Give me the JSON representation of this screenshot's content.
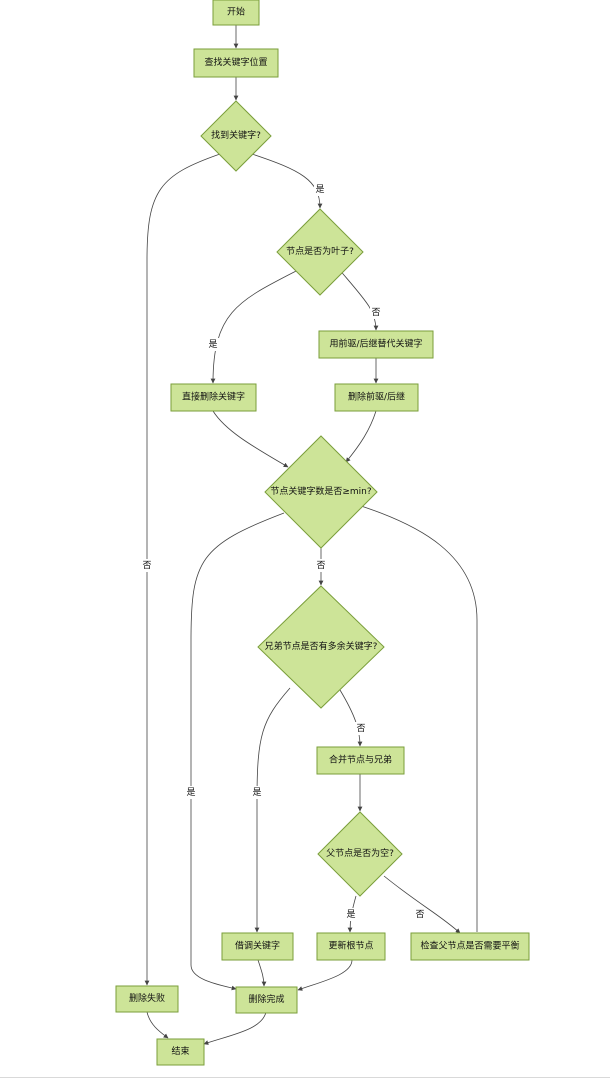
{
  "colors": {
    "node_fill": "#cde498",
    "node_stroke": "#7a9e3a",
    "edge": "#444444"
  },
  "nodes": {
    "start": "开始",
    "find_key": "查找关键字位置",
    "found": "找到关键字?",
    "is_leaf": "节点是否为叶子?",
    "replace": "用前驱/后继替代关键字",
    "delete_direct": "直接删除关键字",
    "delete_pred": "删除前驱/后继",
    "key_count": "节点关键字数是否≥min?",
    "sibling_extra": "兄弟节点是否有多余关键字?",
    "merge": "合并节点与兄弟",
    "parent_empty": "父节点是否为空?",
    "borrow": "借调关键字",
    "new_root": "更新根节点",
    "check_parent": "检查父节点是否需要平衡",
    "fail": "删除失败",
    "done": "删除完成",
    "end": "结束"
  },
  "edge_labels": {
    "found_yes": "是",
    "found_no": "否",
    "leaf_yes": "是",
    "leaf_no": "否",
    "count_yes": "是",
    "count_no": "否",
    "sibling_yes": "是",
    "sibling_no": "否",
    "parent_yes": "是",
    "parent_no": "否"
  }
}
